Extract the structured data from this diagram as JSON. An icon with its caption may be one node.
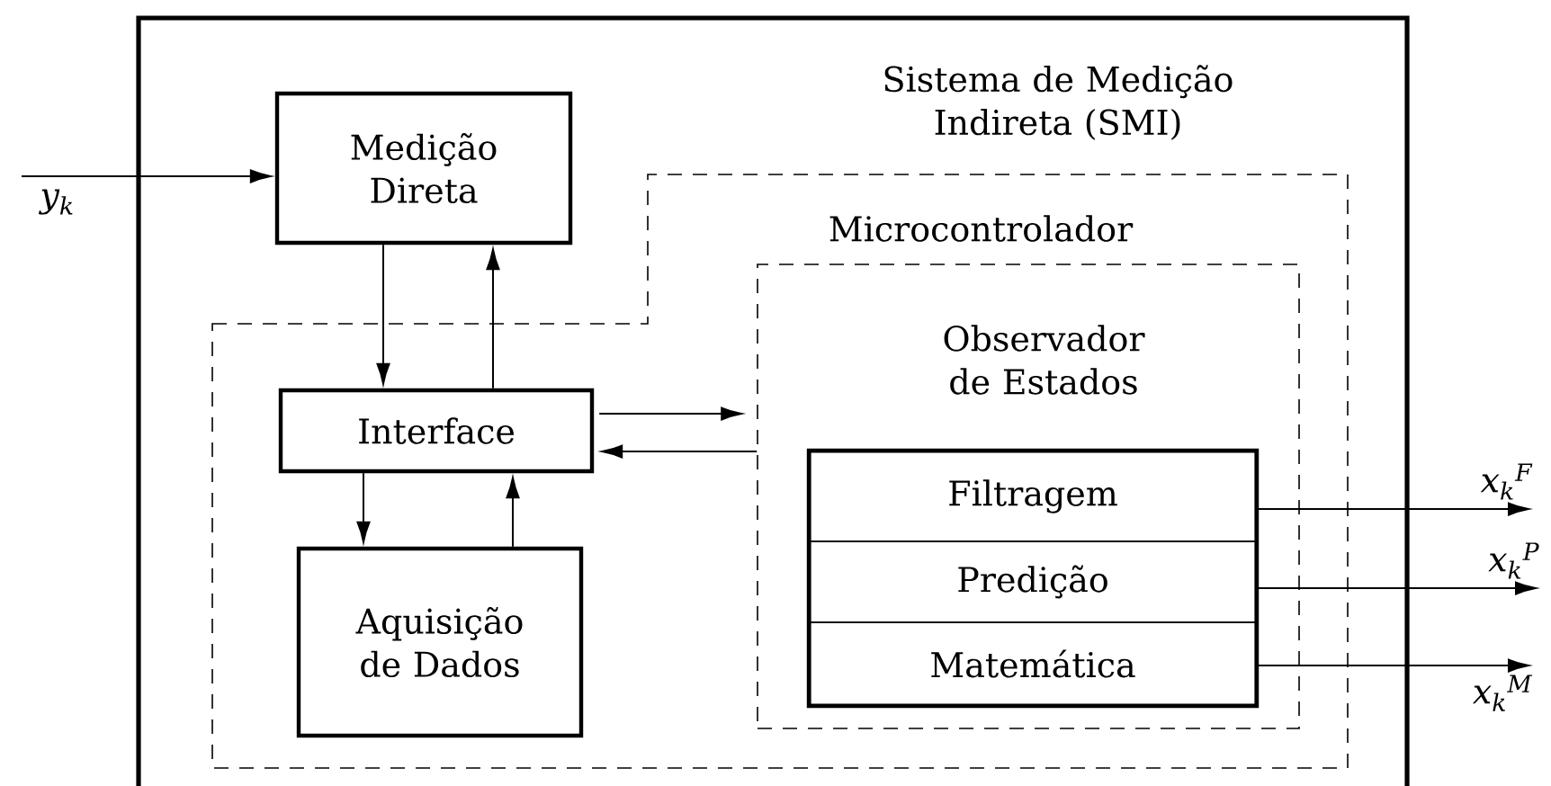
{
  "diagram": {
    "nodes": [
      {
        "text": [
          "Sistema de Medição Indireta (SMI)"
        ]
      },
      {
        "text": [
          "Medição Direta"
        ],
        "in": 0
      },
      {
        "text": [
          "Microcontrolador"
        ],
        "in": 0
      },
      {
        "text": [
          "Interface"
        ],
        "in": 2
      },
      {
        "text": [
          "Aquisição de Dados"
        ],
        "in": 2
      },
      {
        "text": [
          "Observador de Estados"
        ],
        "in": 2
      },
      {
        "text": [
          "Filtragem"
        ],
        "in": 5
      },
      {
        "text": [
          "Predição"
        ],
        "in": 5
      },
      {
        "text": [
          "Matemática"
        ],
        "in": 5
      },
      {
        "text": [
          "y$_{k}$"
        ]
      },
      {
        "text": [
          "x$_{k}$$^{F}$"
        ]
      },
      {
        "text": [
          "x$_{k}$$^{P}$"
        ]
      },
      {
        "text": [
          "x$_{k}$$^{M}$"
        ]
      }
    ],
    "edges": [
      {
        "from": 9,
        "to": 1,
        "arrow": "to"
      },
      {
        "from": 1,
        "to": 3,
        "arrow": "to"
      },
      {
        "from": 3,
        "to": 1,
        "arrow": "to"
      },
      {
        "from": 3,
        "to": 4,
        "arrow": "to"
      },
      {
        "from": 4,
        "to": 3,
        "arrow": "to"
      },
      {
        "from": 3,
        "to": 5,
        "arrow": "to"
      },
      {
        "from": 5,
        "to": 3,
        "arrow": "to"
      },
      {
        "from": 6,
        "to": 10,
        "arrow": "to"
      },
      {
        "from": 7,
        "to": 11,
        "arrow": "to"
      },
      {
        "from": 8,
        "to": 12,
        "arrow": "to"
      }
    ]
  }
}
